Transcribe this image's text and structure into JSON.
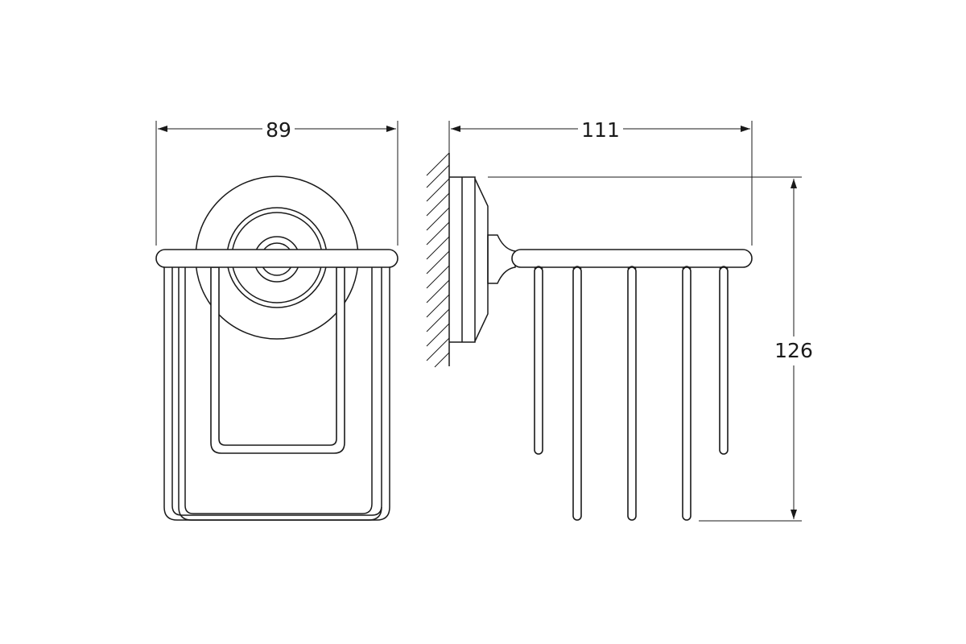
{
  "dimensions": {
    "front_width": "89",
    "side_depth": "111",
    "height": "126"
  },
  "colors": {
    "line": "#1a1a1a",
    "background": "#ffffff"
  }
}
